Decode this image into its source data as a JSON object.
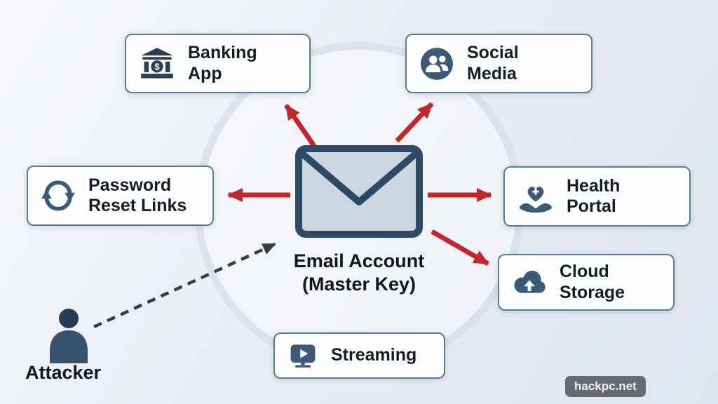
{
  "diagram": {
    "center": {
      "label_line1": "Email Account",
      "label_line2": "(Master Key)",
      "icon": "envelope-icon"
    },
    "nodes": {
      "banking": {
        "label": "Banking App",
        "icon": "bank-icon"
      },
      "social": {
        "label": "Social Media",
        "icon": "social-media-icon"
      },
      "password": {
        "label": "Password Reset Links",
        "icon": "password-reset-icon"
      },
      "health": {
        "label": "Health Portal",
        "icon": "health-heart-hands-icon"
      },
      "cloud": {
        "label": "Cloud Storage",
        "icon": "cloud-upload-icon"
      },
      "streaming": {
        "label": "Streaming",
        "icon": "play-screen-icon"
      }
    },
    "attacker": {
      "label": "Attacker",
      "icon": "attacker-person-icon"
    },
    "watermark": "hackpc.net",
    "colors": {
      "arrow_red": "#c1272d",
      "dashed_arrow": "#2f3e4e",
      "icon_primary": "#3c5a77",
      "icon_dark": "#2c3e50",
      "box_border": "#5b7b97",
      "envelope_fill": "#ccd7e2",
      "envelope_stroke": "#2e4a62"
    }
  }
}
